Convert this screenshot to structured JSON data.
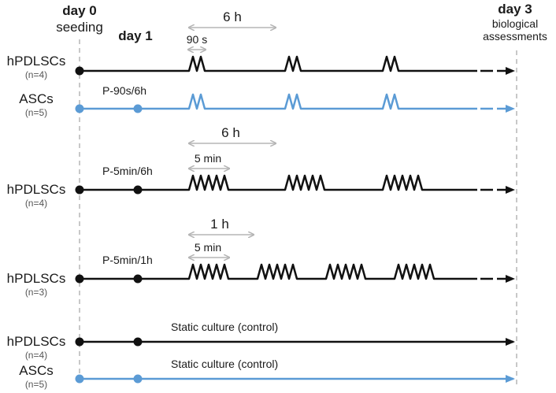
{
  "colors": {
    "black": "#111111",
    "blue": "#5b9bd5",
    "gray": "#b5b5b5"
  },
  "timeline": {
    "day0": "day 0",
    "day0_sub": "seeding",
    "day1": "day 1",
    "day3": "day 3",
    "day3_sub1": "biological",
    "day3_sub2": "assessments"
  },
  "rows": [
    {
      "cell": "hPDLSCs",
      "n": "(n=4)",
      "color": "black",
      "protocol": "",
      "pattern": "short"
    },
    {
      "cell": "ASCs",
      "n": "(n=5)",
      "color": "blue",
      "protocol": "P-90s/6h",
      "pattern": "short"
    },
    {
      "cell": "hPDLSCs",
      "n": "(n=4)",
      "color": "black",
      "protocol": "P-5min/6h",
      "pattern": "long6h"
    },
    {
      "cell": "hPDLSCs",
      "n": "(n=3)",
      "color": "black",
      "protocol": "P-5min/1h",
      "pattern": "long1h"
    },
    {
      "cell": "hPDLSCs",
      "n": "(n=4)",
      "color": "black",
      "protocol": "Static culture (control)",
      "pattern": "static"
    },
    {
      "cell": "ASCs",
      "n": "(n=5)",
      "color": "blue",
      "protocol": "Static culture (control)",
      "pattern": "static"
    }
  ],
  "intervals": [
    {
      "label": "6 h"
    },
    {
      "label": "90 s"
    },
    {
      "label": "6 h"
    },
    {
      "label": "5 min"
    },
    {
      "label": "1 h"
    },
    {
      "label": "5 min"
    }
  ]
}
